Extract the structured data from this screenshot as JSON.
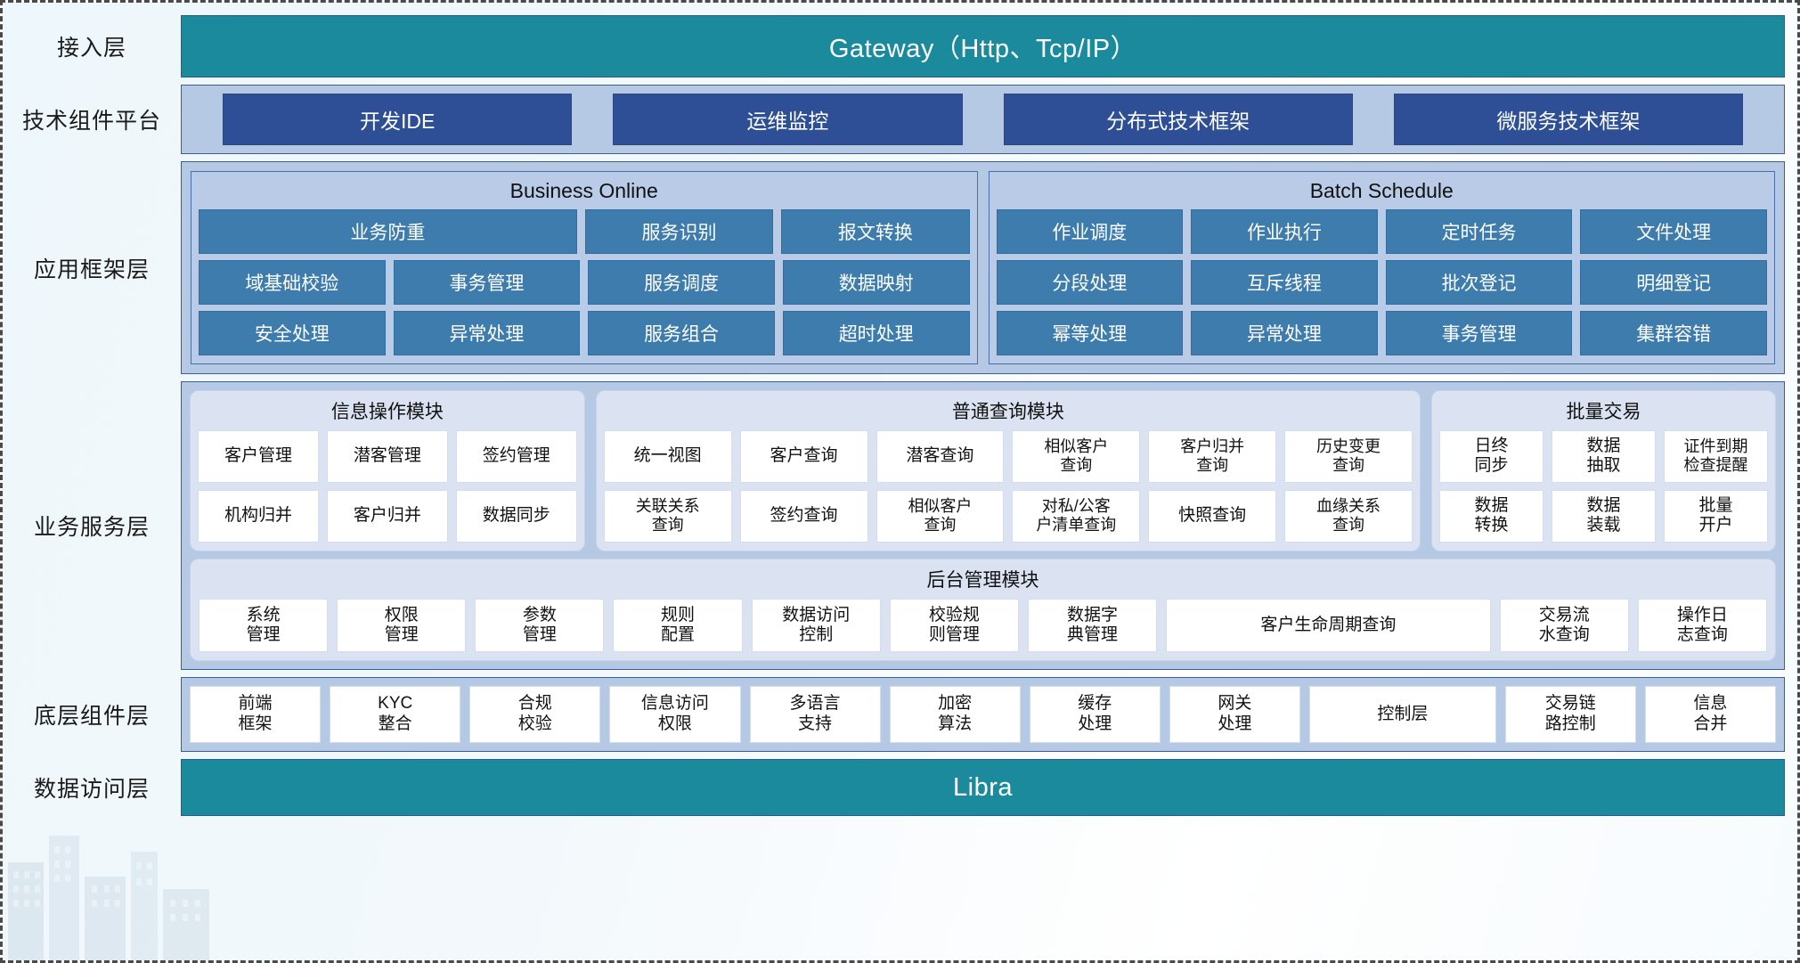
{
  "theme": {
    "teal": "#1b8a9c",
    "panel_blue": "#b6c9e4",
    "dark_blue": "#2e4f95",
    "cell_blue": "#3e7cad",
    "module_bg": "#dbe3f2"
  },
  "layers": [
    {
      "id": "access",
      "label": "接入层",
      "type": "teal",
      "bar_label": "Gateway（Http、Tcp/IP）"
    },
    {
      "id": "tech-platform",
      "label": "技术组件平台",
      "type": "tech",
      "boxes": [
        "开发IDE",
        "运维监控",
        "分布式技术框架",
        "微服务技术框架"
      ]
    },
    {
      "id": "app-framework",
      "label": "应用框架层",
      "type": "app-framework",
      "groups": [
        {
          "title": "Business Online",
          "rows": [
            [
              {
                "text": "业务防重",
                "span": 2
              },
              {
                "text": "服务识别",
                "span": 1
              },
              {
                "text": "报文转换",
                "span": 1
              }
            ],
            [
              {
                "text": "域基础校验",
                "span": 1
              },
              {
                "text": "事务管理",
                "span": 1
              },
              {
                "text": "服务调度",
                "span": 1
              },
              {
                "text": "数据映射",
                "span": 1
              }
            ],
            [
              {
                "text": "安全处理",
                "span": 1
              },
              {
                "text": "异常处理",
                "span": 1
              },
              {
                "text": "服务组合",
                "span": 1
              },
              {
                "text": "超时处理",
                "span": 1
              }
            ]
          ]
        },
        {
          "title": "Batch Schedule",
          "rows": [
            [
              {
                "text": "作业调度",
                "span": 1
              },
              {
                "text": "作业执行",
                "span": 1
              },
              {
                "text": "定时任务",
                "span": 1
              },
              {
                "text": "文件处理",
                "span": 1
              }
            ],
            [
              {
                "text": "分段处理",
                "span": 1
              },
              {
                "text": "互斥线程",
                "span": 1
              },
              {
                "text": "批次登记",
                "span": 1
              },
              {
                "text": "明细登记",
                "span": 1
              }
            ],
            [
              {
                "text": "幂等处理",
                "span": 1
              },
              {
                "text": "异常处理",
                "span": 1
              },
              {
                "text": "事务管理",
                "span": 1
              },
              {
                "text": "集群容错",
                "span": 1
              }
            ]
          ]
        }
      ]
    },
    {
      "id": "business-service",
      "label": "业务服务层",
      "type": "business-service",
      "modules": [
        {
          "title": "信息操作模块",
          "flex": 3.0,
          "rows": [
            [
              "客户管理",
              "潜客管理",
              "签约管理"
            ],
            [
              "机构归并",
              "客户归并",
              "数据同步"
            ]
          ]
        },
        {
          "title": "普通查询模块",
          "flex": 6.4,
          "rows": [
            [
              "统一视图",
              "客户查询",
              "潜客查询",
              "相似客户\n查询",
              "客户归并\n查询",
              "历史变更\n查询"
            ],
            [
              "关联关系\n查询",
              "签约查询",
              "相似客户\n查询",
              "对私/公客\n户清单查询",
              "快照查询",
              "血缘关系\n查询"
            ]
          ]
        },
        {
          "title": "批量交易",
          "flex": 2.6,
          "rows": [
            [
              "日终\n同步",
              "数据\n抽取",
              "证件到期\n检查提醒"
            ],
            [
              "数据\n转换",
              "数据\n装载",
              "批量\n开户"
            ]
          ]
        }
      ],
      "admin_module": {
        "title": "后台管理模块",
        "cells": [
          {
            "text": "系统\n管理",
            "wide": false
          },
          {
            "text": "权限\n管理",
            "wide": false
          },
          {
            "text": "参数\n管理",
            "wide": false
          },
          {
            "text": "规则\n配置",
            "wide": false
          },
          {
            "text": "数据访问\n控制",
            "wide": false
          },
          {
            "text": "校验规\n则管理",
            "wide": false
          },
          {
            "text": "数据字\n典管理",
            "wide": false
          },
          {
            "text": "客户生命周期查询",
            "wide": true
          },
          {
            "text": "交易流\n水查询",
            "wide": false
          },
          {
            "text": "操作日\n志查询",
            "wide": false
          }
        ]
      }
    },
    {
      "id": "bottom-component",
      "label": "底层组件层",
      "type": "bottom-component",
      "cells": [
        {
          "text": "前端\n框架",
          "wide": false
        },
        {
          "text": "KYC\n整合",
          "wide": false
        },
        {
          "text": "合规\n校验",
          "wide": false
        },
        {
          "text": "信息访问\n权限",
          "wide": false
        },
        {
          "text": "多语言\n支持",
          "wide": false
        },
        {
          "text": "加密\n算法",
          "wide": false
        },
        {
          "text": "缓存\n处理",
          "wide": false
        },
        {
          "text": "网关\n处理",
          "wide": false
        },
        {
          "text": "控制层",
          "wide": true
        },
        {
          "text": "交易链\n路控制",
          "wide": false
        },
        {
          "text": "信息\n合并",
          "wide": false
        }
      ]
    },
    {
      "id": "data-access",
      "label": "数据访问层",
      "type": "teal",
      "bar_label": "Libra"
    }
  ]
}
